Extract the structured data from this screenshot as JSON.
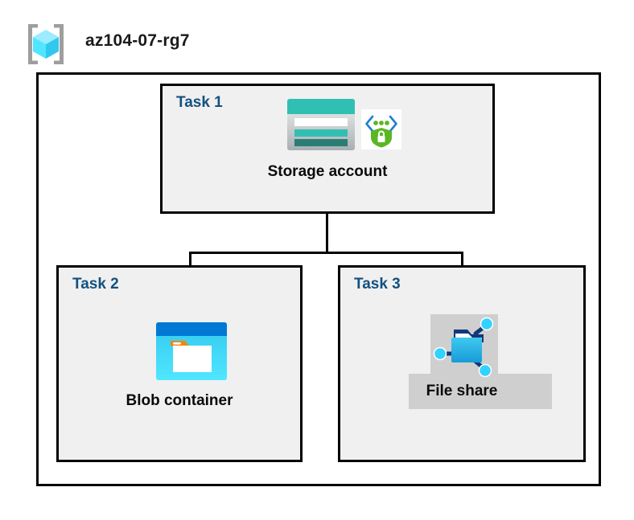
{
  "header": {
    "resource_group_name": "az104-07-rg7",
    "icon": "azure-resource-group-icon"
  },
  "diagram": {
    "type": "architecture-diagram",
    "container_label": "az104-07-rg7",
    "nodes": [
      {
        "id": "task-1",
        "task_label": "Task 1",
        "caption": "Storage account",
        "icon": "storage-account-icon",
        "secondary_icon": "security-shield-icon"
      },
      {
        "id": "task-2",
        "task_label": "Task 2",
        "caption": "Blob container",
        "icon": "blob-container-icon"
      },
      {
        "id": "task-3",
        "task_label": "Task 3",
        "caption": "File share",
        "icon": "file-share-icon",
        "highlighted": "true"
      }
    ],
    "edges": [
      {
        "from": "Storage account",
        "to": "Blob container"
      },
      {
        "from": "Storage account",
        "to": "File share"
      }
    ]
  },
  "colors": {
    "task_label": "#13517F",
    "caption": "#0a0a0a",
    "box_fill": "#F0F0F0",
    "box_border": "#000000",
    "canvas": "#FFFFFF",
    "highlight": "#CFCFCF",
    "storage_teal": "#32BFB3",
    "storage_teal_dark": "#2A7D74",
    "blob_blue": "#0078D4",
    "blob_cyan": "#50E6FF",
    "blob_orange": "#F2870D",
    "shield_green": "#5BB624",
    "fileshare_cyan": "#32BFE8",
    "fileshare_navy": "#12387A",
    "rg_cube_cyan": "#50E6FF"
  }
}
